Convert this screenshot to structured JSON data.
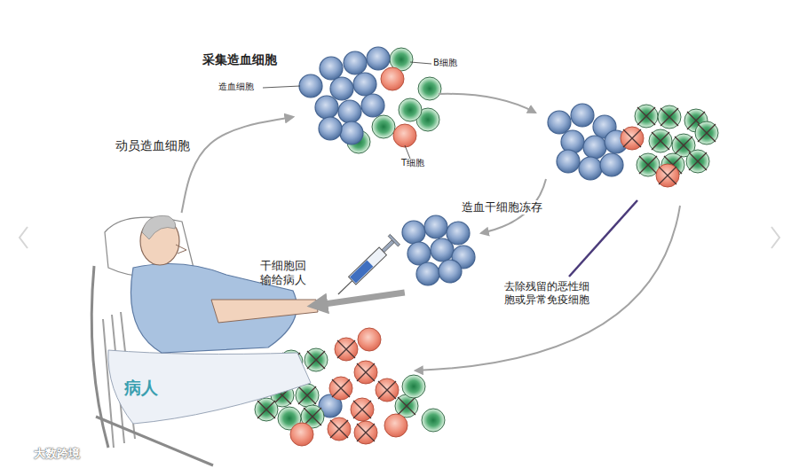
{
  "diagram": {
    "nodes": [
      {
        "text": [
          "采集造血细胞"
        ]
      },
      {
        "text": [
          "病人"
        ]
      },
      {
        "text": [
          "造血干细胞冻存"
        ]
      }
    ],
    "edges": [
      {
        "from": 1,
        "to": 0,
        "arrow": "to",
        "label": "动员造血细胞"
      },
      {
        "from": 2,
        "to": 1,
        "arrow": "to",
        "label": "干细胞回 输给病人"
      }
    ],
    "labels": [
      "造血细胞",
      "B细胞",
      "T细胞",
      "去除残留的恶性细 胞或异常免疫细胞",
      "大数跨境"
    ]
  }
}
